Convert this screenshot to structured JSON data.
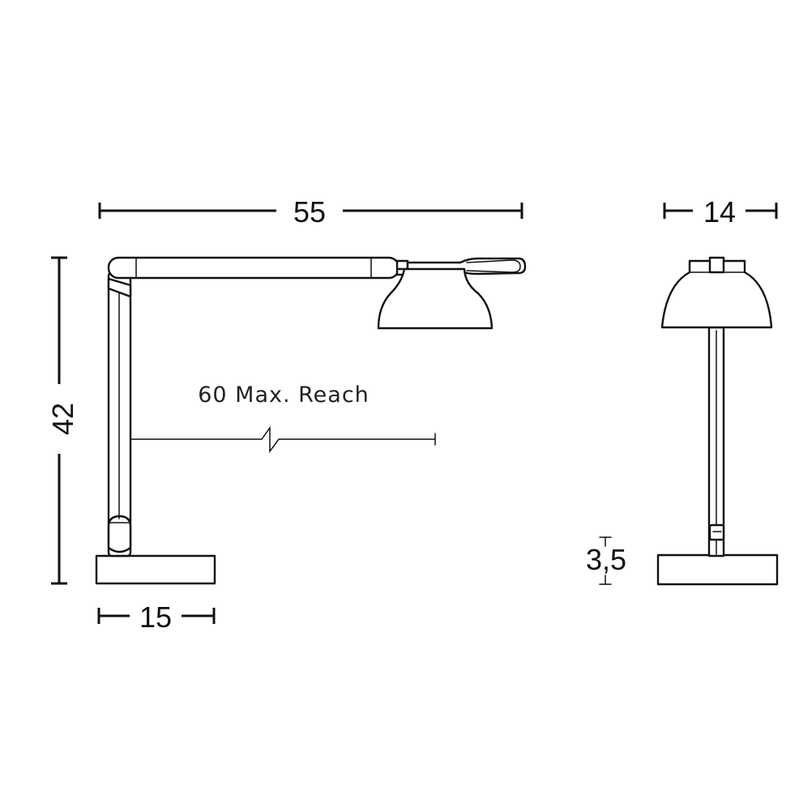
{
  "dimensions": {
    "overall_width": "55",
    "height": "42",
    "base_width": "15",
    "side_width": "14",
    "base_thickness": "3,5"
  },
  "annotation": {
    "max_reach": "60 Max. Reach"
  },
  "colors": {
    "line": "#111111",
    "background": "#ffffff"
  }
}
